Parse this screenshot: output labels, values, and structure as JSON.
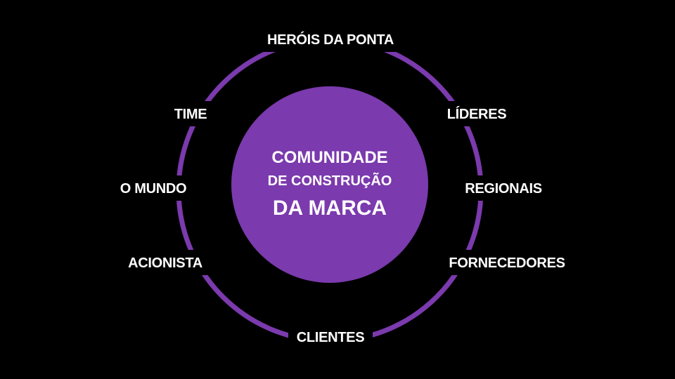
{
  "colors": {
    "background": "#000000",
    "accent": "#7b3aad",
    "text": "#ffffff"
  },
  "center": {
    "line1": "COMUNIDADE",
    "line2": "DE CONSTRUÇÃO",
    "line3": "DA MARCA"
  },
  "ring_labels": {
    "top": "HERÓIS DA PONTA",
    "upper_right": "LÍDERES",
    "right": "REGIONAIS",
    "lower_right": "FORNECEDORES",
    "bottom": "CLIENTES",
    "lower_left": "ACIONISTA",
    "left": "O MUNDO",
    "upper_left": "TIME"
  }
}
